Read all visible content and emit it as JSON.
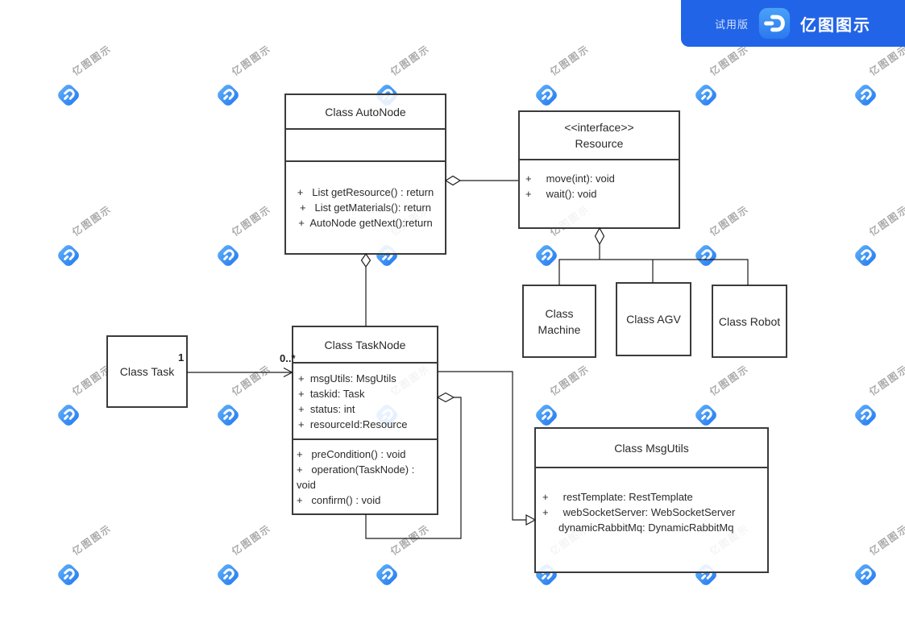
{
  "app": {
    "badge": {
      "trial_label": "试用版",
      "brand": "亿图图示",
      "bg_color": "#2264e7",
      "tile_gradient": [
        "#4aa2f8",
        "#2b79ef"
      ]
    }
  },
  "watermark": {
    "text": "亿图图示",
    "cols_x": [
      85,
      283,
      480,
      678,
      876,
      1074
    ],
    "rows_y": [
      118,
      317,
      515,
      713
    ],
    "icon_gradient": [
      "#55a8f7",
      "#2e82f2"
    ],
    "text_color": "#9b9b9b"
  },
  "diagram": {
    "classes": {
      "autonode": {
        "title": "Class AutoNode",
        "attributes": [],
        "methods": [
          "+   List getResource() : return",
          "+   List getMaterials(): return",
          "+  AutoNode getNext():return"
        ]
      },
      "resource": {
        "stereotype": "<<interface>>",
        "title": "Resource",
        "methods": [
          "+     move(int): void",
          "+     wait(): void"
        ]
      },
      "machine": {
        "title": "Class Machine"
      },
      "agv": {
        "title": "Class AGV"
      },
      "robot": {
        "title": "Class Robot"
      },
      "task": {
        "title": "Class Task"
      },
      "tasknode": {
        "title": "Class TaskNode",
        "attributes": [
          "+  msgUtils: MsgUtils",
          "+  taskid: Task",
          "+  status: int",
          "+  resourceId:Resource"
        ],
        "methods": [
          "+   preCondition() : void",
          "+   operation(TaskNode) :",
          "void",
          "+   confirm() : void"
        ]
      },
      "msgutils": {
        "title": "Class MsgUtils",
        "attributes": [
          "+     restTemplate: RestTemplate",
          "+     webSocketServer: WebSocketServer",
          "dynamicRabbitMq: DynamicRabbitMq"
        ]
      }
    },
    "labels": {
      "task_multiplicity": "1",
      "tasknode_multiplicity": "0..*"
    },
    "relationships": [
      {
        "from": "AutoNode",
        "to": "Resource",
        "type": "aggregation"
      },
      {
        "from": "TaskNode",
        "to": "AutoNode",
        "type": "aggregation"
      },
      {
        "from": "Machine",
        "to": "Resource",
        "type": "aggregation-branch"
      },
      {
        "from": "AGV",
        "to": "Resource",
        "type": "aggregation-branch"
      },
      {
        "from": "Robot",
        "to": "Resource",
        "type": "aggregation-branch"
      },
      {
        "from": "Task",
        "to": "TaskNode",
        "type": "association-arrow",
        "from_label": "1",
        "to_label": "0..*"
      },
      {
        "from": "TaskNode",
        "to": "MsgUtils",
        "type": "triangle-arrow"
      },
      {
        "from": "TaskNode",
        "to": "TaskNode",
        "type": "self-aggregation"
      }
    ]
  }
}
